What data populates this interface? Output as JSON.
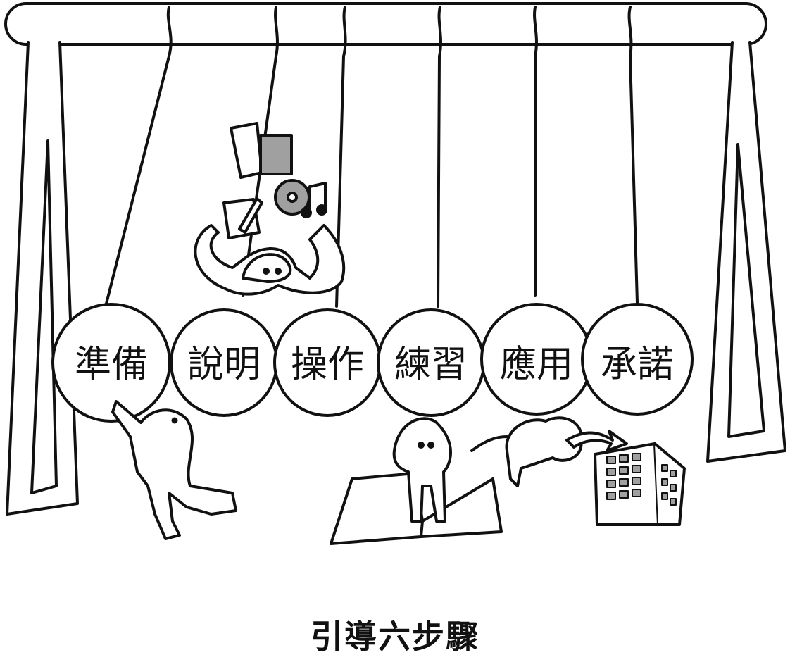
{
  "balls": [
    {
      "label": "準備"
    },
    {
      "label": "說明"
    },
    {
      "label": "操作"
    },
    {
      "label": "練習"
    },
    {
      "label": "應用"
    },
    {
      "label": "承諾"
    }
  ],
  "caption": "引導六步驟",
  "colors": {
    "stroke": "#111111",
    "accent_gray": "#a0a0a0",
    "background": "#ffffff"
  }
}
